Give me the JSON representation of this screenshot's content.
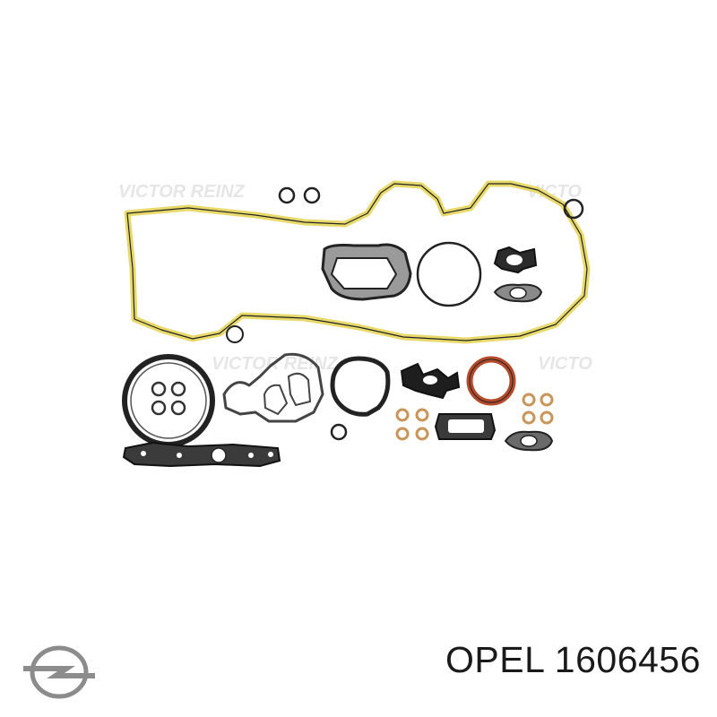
{
  "figure": {
    "image_name": "gasket-set-photo",
    "watermarks": [
      "VICTOR REINZ",
      "VICTOR REINZ",
      "VICTO",
      "VICTO"
    ]
  },
  "footer": {
    "brand": "OPEL",
    "part_number": "1606456"
  },
  "colors": {
    "gasket_yellow": "#e8d96b",
    "gasket_dark": "#222222",
    "ring_copper": "#b44a2b",
    "washer_bronze": "#c8955a",
    "logo_grey": "#8c8c8c"
  }
}
